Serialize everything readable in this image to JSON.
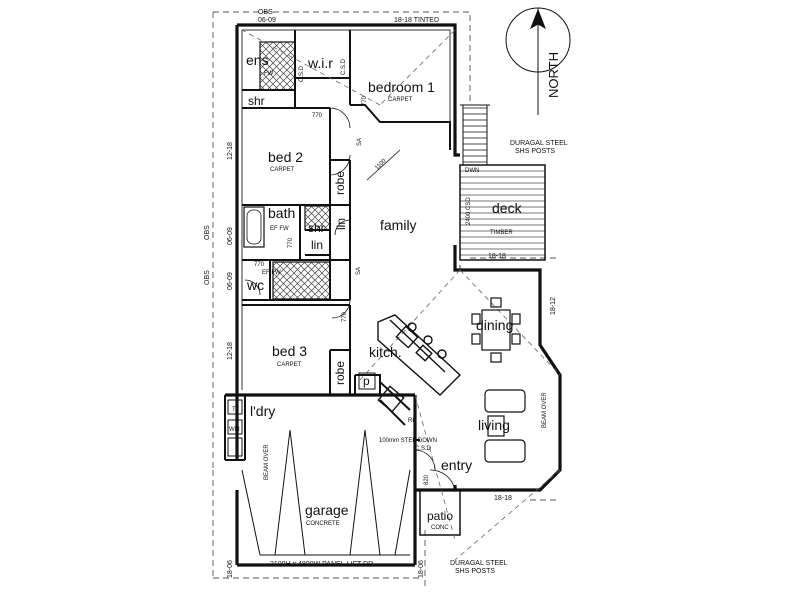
{
  "north": {
    "label": "NORTH"
  },
  "rooms": {
    "ens": "ens",
    "wir": "w.i.r",
    "bedroom1": "bedroom 1",
    "bedroom1_floor": "CARPET",
    "shr_ens": "shr",
    "bed2": "bed 2",
    "bed2_floor": "CARPET",
    "robe2": "robe",
    "bath": "bath",
    "shr_bath": "shr",
    "lin_upper": "lin",
    "lin_lower": "lin",
    "wc": "wc",
    "family": "family",
    "deck": "deck",
    "dining": "dining",
    "kitch": "kitch.",
    "pantry": "p",
    "bed3": "bed 3",
    "bed3_floor": "CARPET",
    "robe3": "robe",
    "ldry": "l'dry",
    "living": "living",
    "entry": "entry",
    "garage": "garage",
    "garage_floor": "CONCRETE",
    "patio": "patio",
    "patio_floor": "CONC"
  },
  "annotations": {
    "obs_top": "OBS",
    "height_top": "06-09",
    "tinted_top": "18-18 TINTED",
    "csd_wir_left": "C.S.D",
    "csd_wir_right": "C.S.D",
    "door_770_b1": "770",
    "door_770_b2": "770",
    "sa_upper": "SA",
    "hall_1100": "1100",
    "duragal_deck": "DURAGAL STEEL",
    "shs_deck": "SHS POSTS",
    "dwn": "DWN",
    "csd_deck": "2400 CSD",
    "timber": "TIMBER",
    "deck_win": "18-18",
    "win_bed2": "12-18",
    "obs_bath": "OBS",
    "win_bath": "06-09",
    "ef_fw_bath": "EF FW",
    "door_770_bath": "770",
    "obs_wc": "OBS",
    "win_wc": "06-09",
    "door_770_wc": "770",
    "ef_fw_wc": "EF FW",
    "sa_lower": "SA",
    "door_770_bed3": "770",
    "win_bed3": "12-18",
    "win_dining": "18-12",
    "beam_over_living": "BEAM OVER",
    "tw": "T",
    "wm": "WM",
    "beam_over_garage": "BEAM OVER",
    "step_down": "100mm STEP DOWN",
    "rf": "RF",
    "csd_entry": "C.S.D",
    "door_820": "820",
    "win_living": "18-18",
    "duragal_patio": "DURAGAL STEEL",
    "shs_patio": "SHS POSTS",
    "garage_door": "2100H x 4800W PANEL-LIFT DR",
    "garage_left": "18-06",
    "garage_right": "18-06",
    "fw_ens": "FW"
  }
}
